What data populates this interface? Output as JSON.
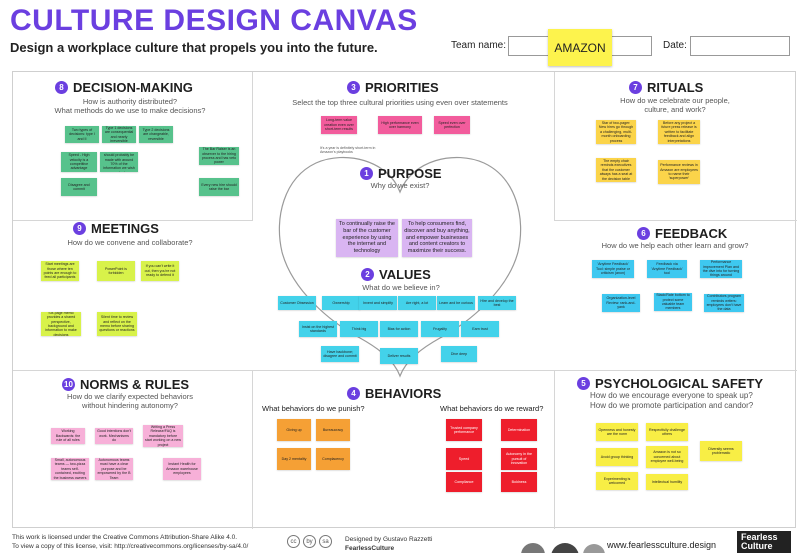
{
  "header": {
    "title": "CULTURE DESIGN CANVAS",
    "subtitle": "Design a workplace culture that propels you into the future.",
    "team_label": "Team name:",
    "team_value": "AMAZON",
    "date_label": "Date:"
  },
  "sections": {
    "decision": {
      "number": "8",
      "title": "DECISION-MAKING",
      "question": "How is authority distributed?\nWhat methods do we use to make decisions?",
      "stickies": [
        "Two types of decisions: type I and II",
        "Type 1 decisions are consequential and nearly irreversible",
        "Type 2 decisions are changeable, reversible",
        "The Bar Raiser is an observer to the hiring process and has veto power",
        "Speed - High velocity is a competitive advantage",
        "Most decisions should probably be made with around 70% of the information we wish we had",
        "Disagree and commit",
        "Every new hire should raise the bar"
      ]
    },
    "priorities": {
      "number": "3",
      "title": "PRIORITIES",
      "question": "Select the top three cultural priorities using even over statements",
      "stickies": [
        "Long-term value creation even over short-term results",
        "High performance even over harmony",
        "Speed even over perfection"
      ],
      "note": "It's a year is definitely short-term in Amazon's playbooks"
    },
    "rituals": {
      "number": "7",
      "title": "RITUALS",
      "question": "How do we celebrate our people,\nculture, and work?",
      "stickies": [
        "Star of two-pager: New hires go through a challenging, multi-month onboarding process",
        "Before any project a future press release is written to facilitate feedback and align interpretations",
        "The empty chair reminds executives that the customer always has a seat at the decision table",
        "Performance reviews in Amazon are employees to name their 'superpower'"
      ]
    },
    "purpose": {
      "number": "1",
      "title": "PURPOSE",
      "question": "Why do we exist?",
      "stickies": [
        "To continually raise the bar of the customer experience by using the internet and technology",
        "To help consumers find, discover and buy anything, and empower businesses and content creators to maximize their success."
      ]
    },
    "meetings": {
      "number": "9",
      "title": "MEETINGS",
      "question": "How do we convene and collaborate?",
      "stickies": [
        "Start meetings are those where ten points are enough to feed all participants",
        "PowerPoint is forbidden",
        "If you can't write it out, then you're not ready to defend it",
        "Six-page memo provides a shared perspective, background and information to make decisions",
        "Silent time to review and reflect on the memo before sharing questions or reactions"
      ]
    },
    "values": {
      "number": "2",
      "title": "VALUES",
      "question": "What do we believe in?",
      "stickies": [
        "Customer Obsession",
        "Ownership",
        "Invent and simplify",
        "Are right, a lot",
        "Learn and be curious",
        "Hire and develop the best",
        "Insist on the highest standards",
        "Think big",
        "Bias for action",
        "Frugality",
        "Earn trust",
        "Have backbone; disagree and commit",
        "Deliver results",
        "Dive deep"
      ]
    },
    "feedback": {
      "number": "6",
      "title": "FEEDBACK",
      "question": "How do we help each other learn and grow?",
      "stickies": [
        "'Anytime Feedback' Tool: simple praise or criticism (anon)",
        "Feedback via 'Anytime Feedback' tool",
        "Performance improvement Plan and the dive into for turning things around",
        "Organization-level Review: rank-and-yank",
        "Stack/Rate bottom to protect some valuable team members",
        "Contributors program reminds writers: employees don't have the data"
      ]
    },
    "norms": {
      "number": "10",
      "title": "NORMS & RULES",
      "question": "How do we clarify expected behaviors\nwithout hindering autonomy?",
      "stickies": [
        "Working Backwards: the rule of all rules",
        "Good intentions don't work. Mechanisms do",
        "Writing a Press Release/FAQ is mandatory before start working on a new project",
        "Small, autonomous teams — two-pizza teams self-contained, exciting the business owners",
        "Autonomous teams must have a clear purpose and be empowered by the B Team",
        "Instant Health for Amazon warehouse employees"
      ]
    },
    "behaviors": {
      "number": "4",
      "title": "BEHAVIORS",
      "punish_label": "What behaviors do we punish?",
      "reward_label": "What behaviors do we reward?",
      "punish": [
        "Giving up",
        "Bureaucracy",
        "Day 2 mentality",
        "Complacency"
      ],
      "reward": [
        "Trusted company performance",
        "Determination",
        "Speed",
        "Autonomy in the pursuit of innovation",
        "Compliance",
        "Boldness"
      ]
    },
    "safety": {
      "number": "5",
      "title": "PSYCHOLOGICAL SAFETY",
      "question": "How do we encourage everyone to speak up?\nHow do we promote participation and candor?",
      "stickies": [
        "Openness and honesty are the norm",
        "Respectfully challenge others",
        "Avoid group thinking",
        "Amazon is not so concerned about employee well-being",
        "Experimenting is welcomed",
        "Intellectual humility",
        "Diversity seems problematic"
      ]
    }
  },
  "footer": {
    "license_line1": "This work is licensed under the Creative Commons Attribution-Share Alike 4.0.",
    "license_line2": "To view a copy of this license, visit: http://creativecommons.org/licenses/by-sa/4.0/",
    "cc_icons": [
      "cc",
      "by",
      "sa"
    ],
    "designer_line": "Designed by Gustavo Razzetti",
    "brand_line": "FearlessCulture",
    "website": "www.fearlessculture.design",
    "logo_line1": "Fearless",
    "logo_line2": "Culture"
  },
  "colors": {
    "accent": "#6b3fe0",
    "team_sticky": "#fdf34d"
  }
}
